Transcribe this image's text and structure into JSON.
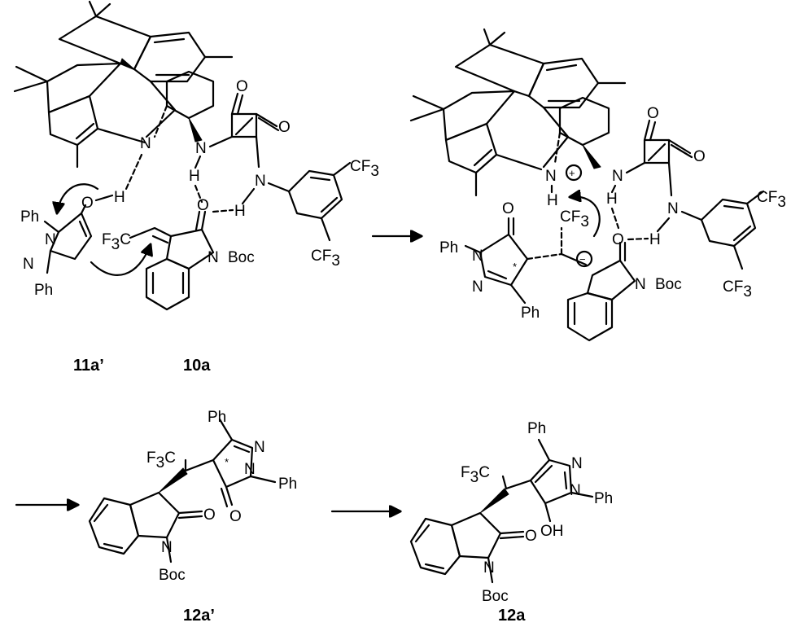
{
  "labels": {
    "ph": "Ph",
    "cf3": "CF",
    "three": "3",
    "f3c": "F",
    "boc": "Boc",
    "n": "N",
    "h": "H",
    "o": "O",
    "oh": "OH",
    "star": "*",
    "plus": "+",
    "minus": "−"
  },
  "compounds": {
    "c11a": "11a’",
    "c10a": "10a",
    "c12ap": "12a’",
    "c12a": "12a"
  }
}
